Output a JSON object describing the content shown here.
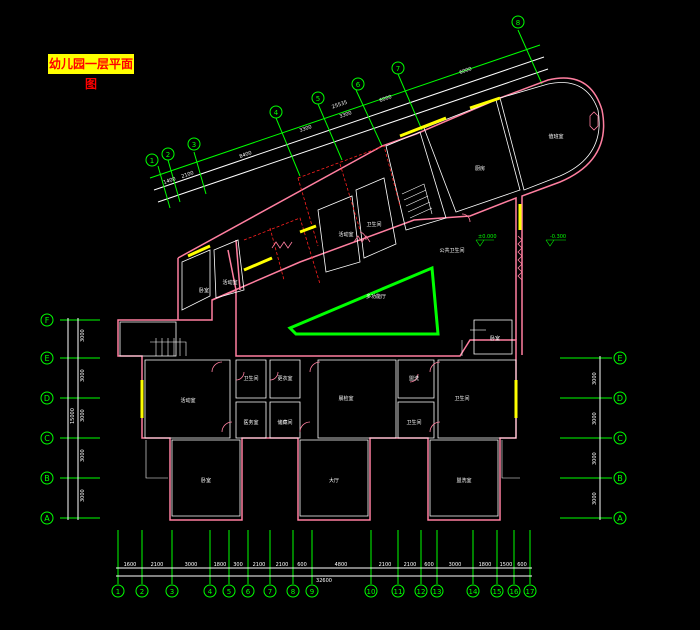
{
  "title": "幼儿园一层平面图",
  "colors": {
    "background": "#000000",
    "wall": "#ff7fa0",
    "wall_inner": "#ffffff",
    "axis": "#00ff00",
    "dimension": "#ffffff",
    "window": "#ffff00",
    "label": "#ffffff",
    "dash": "#ff2020",
    "elevation": "#00ff00",
    "title_bg": "#ffff00",
    "title_text": "#ff0000"
  },
  "elevations": [
    "±0.000",
    "-0.300"
  ],
  "rooms": {
    "r1": "活动室",
    "r2": "卧室",
    "r3": "卫生间",
    "r4": "更衣室",
    "r5": "医务室",
    "r6": "储藏间",
    "r7": "晨检室",
    "r8": "大厅",
    "r9": "多功能厅",
    "r10": "盥洗",
    "r11": "卫生间",
    "r12": "卫生间",
    "r13": "盥洗室",
    "r14": "卧室",
    "r15": "卧室",
    "r16": "活动室",
    "r17": "活动室",
    "r18": "卫生间",
    "r19": "厨房",
    "r20": "值班室",
    "r21": "公共卫生间"
  },
  "left_axes": [
    "F",
    "E",
    "D",
    "C",
    "B",
    "A"
  ],
  "right_axes": [
    "E",
    "D",
    "C",
    "B",
    "A"
  ],
  "left_dims": [
    "3000",
    "3000",
    "3000",
    "3000",
    "3000"
  ],
  "right_dims": [
    "3000",
    "3000",
    "3000",
    "3000"
  ],
  "left_total": "15000",
  "bottom_axes": [
    "1",
    "2",
    "3",
    "4",
    "5",
    "6",
    "7",
    "8",
    "9",
    "10",
    "11",
    "12",
    "13",
    "14",
    "15",
    "16",
    "17"
  ],
  "bottom_dims": [
    "1600",
    "2100",
    "3000",
    "1800",
    "300",
    "2100",
    "2100",
    "600",
    "4800",
    "2100",
    "2100",
    "600",
    "3000",
    "1800",
    "1500",
    "600"
  ],
  "bottom_total": "32600",
  "diag_axes": [
    "1",
    "2",
    "3",
    "4",
    "5",
    "6",
    "7",
    "8"
  ],
  "diag_dims": [
    "1400",
    "2100",
    "8400",
    "3300",
    "3300",
    "6000",
    "6000"
  ],
  "diag_total": "25535"
}
